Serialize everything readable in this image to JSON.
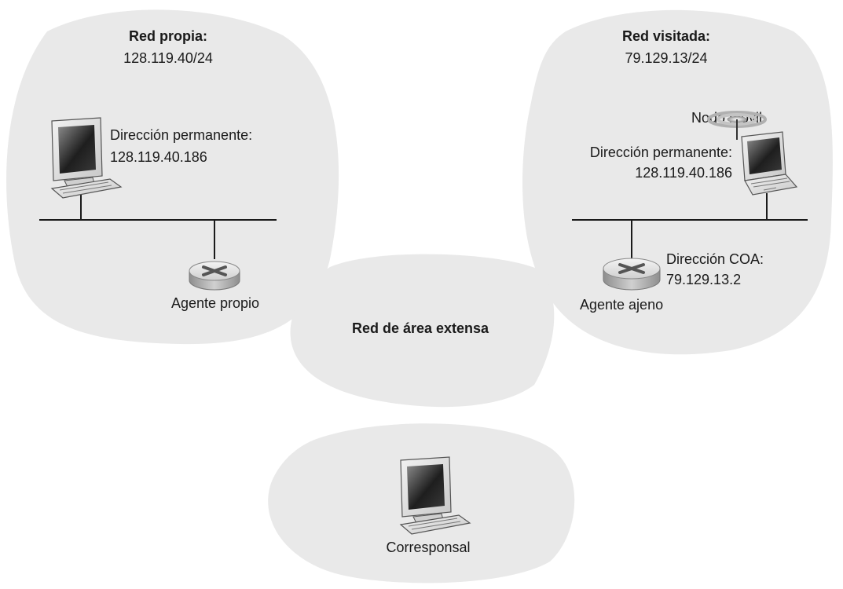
{
  "home_network": {
    "title": "Red propia:",
    "prefix": "128.119.40/24",
    "host_label": "Dirección permanente:",
    "host_address": "128.119.40.186",
    "router_label": "Agente propio"
  },
  "visited_network": {
    "title": "Red visitada:",
    "prefix": "79.129.13/24",
    "mobile_label": "Nodo móvil",
    "mobile_addr_label": "Dirección permanente:",
    "mobile_address": "128.119.40.186",
    "coa_label": "Dirección COA:",
    "coa_address": "79.129.13.2",
    "router_label": "Agente ajeno"
  },
  "wan": {
    "label": "Red de área extensa"
  },
  "correspondent": {
    "label": "Corresponsal"
  },
  "colors": {
    "cloud_fill": "#e9e9e9",
    "line": "#1a1a1a",
    "router_body": "#b8b8b8"
  }
}
